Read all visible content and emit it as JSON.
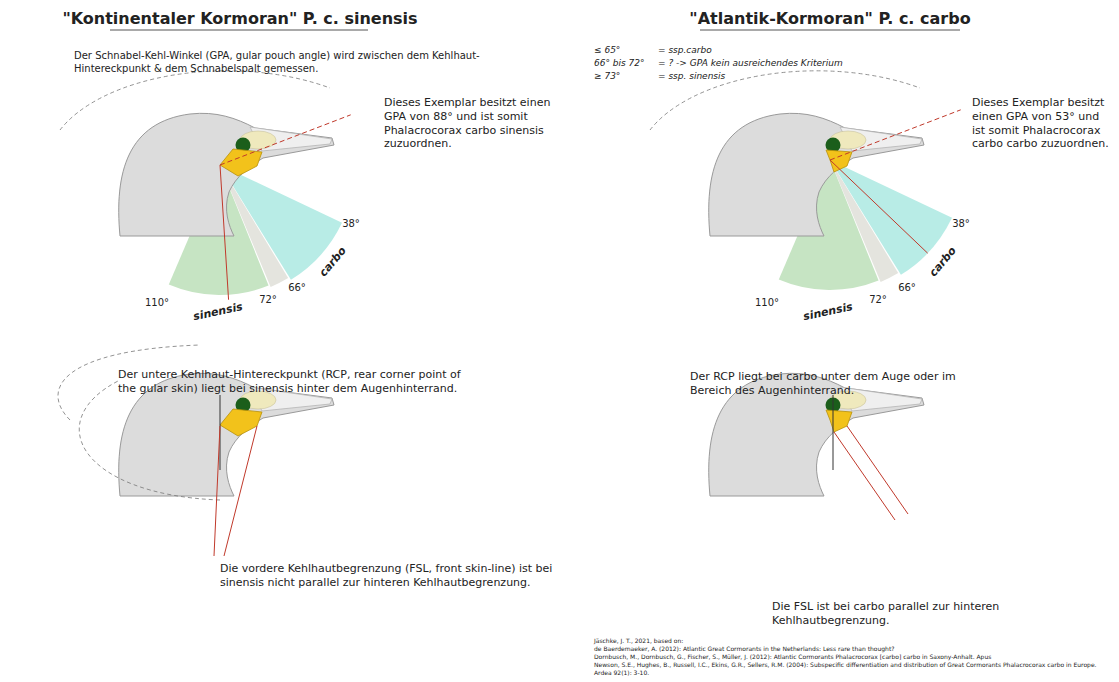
{
  "diagram": {
    "labels": [
      "\"Kontinentaler Kormoran\" P. c. sinensis",
      "\"Atlantik-Kormoran\" P. c. carbo",
      "Der Schnabel-Kehl-Winkel (GPA, gular pouch angle) wird zwischen dem Kehlhaut-Hintereckpunkt & dem Schnabelspalt gemessen.",
      "Dieses Exemplar besitzt einen GPA von 88° und ist somit Phalacrocorax carbo sinensis zuzuordnen.",
      "38°",
      "carbo",
      "66°",
      "72°",
      "sinensis",
      "110°",
      "≤ 65°",
      "= ssp.carbo",
      "66° bis 72°",
      "= ? -> GPA kein ausreichendes Kriterium",
      "≥ 73°",
      "= ssp. sinensis",
      "Dieses Exemplar besitzt einen GPA von 53° und ist somit Phalacrocorax carbo carbo zuzuordnen.",
      "38°",
      "carbo",
      "66°",
      "72°",
      "sinensis",
      "110°",
      "Der untere Kehlhaut-Hintereckpunkt (RCP, rear corner point of the gular skin) liegt bei sinensis hinter dem Augenhinterrand.",
      "Die vordere Kehlhautbegrenzung (FSL, front skin-line) ist bei sinensis nicht parallel zur hinteren Kehlhautbegrenzung.",
      "Der RCP liegt bei carbo unter dem Auge oder im Bereich des Augenhinterrand.",
      "Die FSL ist bei carbo parallel zur hinteren Kehlhautbegrenzung.",
      "Jäschke, J. T., 2021, based on:",
      "de Baerdemaeker, A. (2012): Atlantic Great Cormorants in the Netherlands: Less rare than thought?",
      "Dornbusch, M., Dornbusch, G., Fischer, S., Müller, J. (2012): Atlantic Cormorants Phalacrocorax [carbo] carbo in Saxony-Anhalt. Apus",
      "Newson, S.E., Hughes, B., Russell, I.C., Ekins, G.R., Sellers, R.M. (2004): Subspecific differentiation and distribution of Great Cormorants Phalacrocorax carbo in Europe. Ardea 92(1): 3-10."
    ]
  }
}
